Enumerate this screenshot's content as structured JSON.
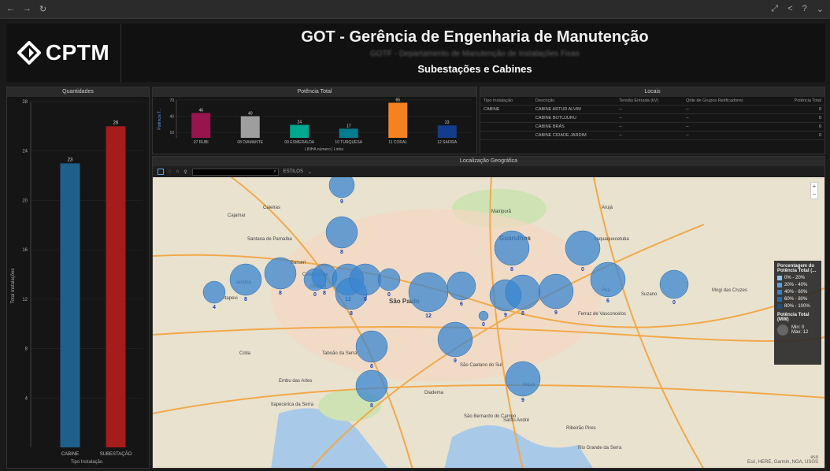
{
  "topbar": {
    "back": "←",
    "forward": "→",
    "refresh": "↻",
    "right_icons": [
      "⤢",
      "<",
      "?",
      "⌄"
    ]
  },
  "header": {
    "logo_text": "CPTM",
    "title": "GOT - Gerência de Engenharia de Manutenção",
    "subtitle": "GOTF - Departamento de Manutenção de Instalações Fixas",
    "section": "Subestações e Cabines"
  },
  "quantidades": {
    "title": "Quantidades",
    "ylabel": "Total Instalações",
    "xlabel": "Tipo Instalação"
  },
  "potencia": {
    "title": "Potência Total",
    "ylabel": "Potência T...",
    "footer": "LINHA número | Linha"
  },
  "locais": {
    "title": "Locais",
    "columns": [
      "Tipo Instalação",
      "Descrição",
      "Tensão Entrada (kV)",
      "Qtde de Grupos Retificadores",
      "Potência Total"
    ],
    "rows": [
      [
        "CABINE",
        "CABINE ARTUR ALVIM",
        "--",
        "--",
        "0"
      ],
      [
        "",
        "CABINE BOTUJURU",
        "--",
        "--",
        "0"
      ],
      [
        "",
        "CABINE BRÁS",
        "--",
        "--",
        "0"
      ],
      [
        "",
        "CABINE CIDADE JARDIM",
        "--",
        "--",
        "0"
      ]
    ]
  },
  "map": {
    "title": "Localização Geográfica",
    "styles_label": "ESTILOS",
    "attribution": "Esri, HERE, Garmin, NGA, USGS",
    "esri": "esri",
    "legend": {
      "title": "Porcentagem do Potência Total (...",
      "items": [
        "0% - 20%",
        "20% - 40%",
        "40% - 60%",
        "60% - 80%",
        "80% - 100%"
      ],
      "size_title": "Potência Total (MW)",
      "min": "Min: 0",
      "max": "Max: 12"
    },
    "places": [
      "Guarulhos",
      "São Paulo",
      "Osasco",
      "Barueri",
      "Mogi das Cruzes",
      "Suzano",
      "Poá",
      "Itaquaquecetuba",
      "Diadema",
      "São Bernardo do Campo",
      "Santo André",
      "Mauá",
      "Taboão da Serra",
      "Embu das Artes",
      "Cotia",
      "Santana de Parnaíba",
      "Carapicuíba",
      "Jandira",
      "Itapevi",
      "Ferraz de Vasconcelos",
      "Ribeirão Pires",
      "Rio Grande da Serra",
      "Itapecerica da Serra",
      "Cajamar",
      "Arujá",
      "Caieiras",
      "Mairiporã",
      "São Caetano do Sul"
    ],
    "markers": [
      {
        "v": "9"
      },
      {
        "v": "4"
      },
      {
        "v": "8"
      },
      {
        "v": "8"
      },
      {
        "v": "8"
      },
      {
        "v": "0"
      },
      {
        "v": "12"
      },
      {
        "v": "8"
      },
      {
        "v": "0"
      },
      {
        "v": "0"
      },
      {
        "v": "12"
      },
      {
        "v": "6"
      },
      {
        "v": "9"
      },
      {
        "v": "8"
      },
      {
        "v": "9"
      },
      {
        "v": "8"
      },
      {
        "v": "9"
      },
      {
        "v": "0"
      },
      {
        "v": "6"
      },
      {
        "v": "0"
      },
      {
        "v": "8"
      },
      {
        "v": "8"
      },
      {
        "v": "0"
      },
      {
        "v": "9"
      },
      {
        "v": "8"
      }
    ]
  },
  "chart_data": [
    {
      "type": "bar",
      "title": "Quantidades",
      "categories": [
        "CABINE",
        "SUBESTAÇÃO"
      ],
      "values": [
        23,
        26
      ],
      "colors": [
        "#1f5f8b",
        "#a51c1c"
      ],
      "xlabel": "Tipo Instalação",
      "ylabel": "Total Instalações",
      "ylim": [
        0,
        28
      ],
      "yticks": [
        4,
        8,
        12,
        16,
        20,
        24,
        28
      ]
    },
    {
      "type": "bar",
      "title": "Potência Total",
      "categories": [
        "07 RUBI",
        "08 DIAMANTE",
        "09 ESMERALDA",
        "10 TURQUESA",
        "11 CORAL",
        "12 SAFIRA"
      ],
      "values": [
        46,
        40,
        24,
        17,
        65,
        23
      ],
      "colors": [
        "#97144d",
        "#9e9e9e",
        "#00a88f",
        "#047c8f",
        "#f5821f",
        "#133c8b"
      ],
      "xlabel": "LINHA número | Linha",
      "ylabel": "Potência T...",
      "ylim": [
        0,
        70
      ],
      "yticks": [
        10,
        40,
        70
      ]
    }
  ]
}
